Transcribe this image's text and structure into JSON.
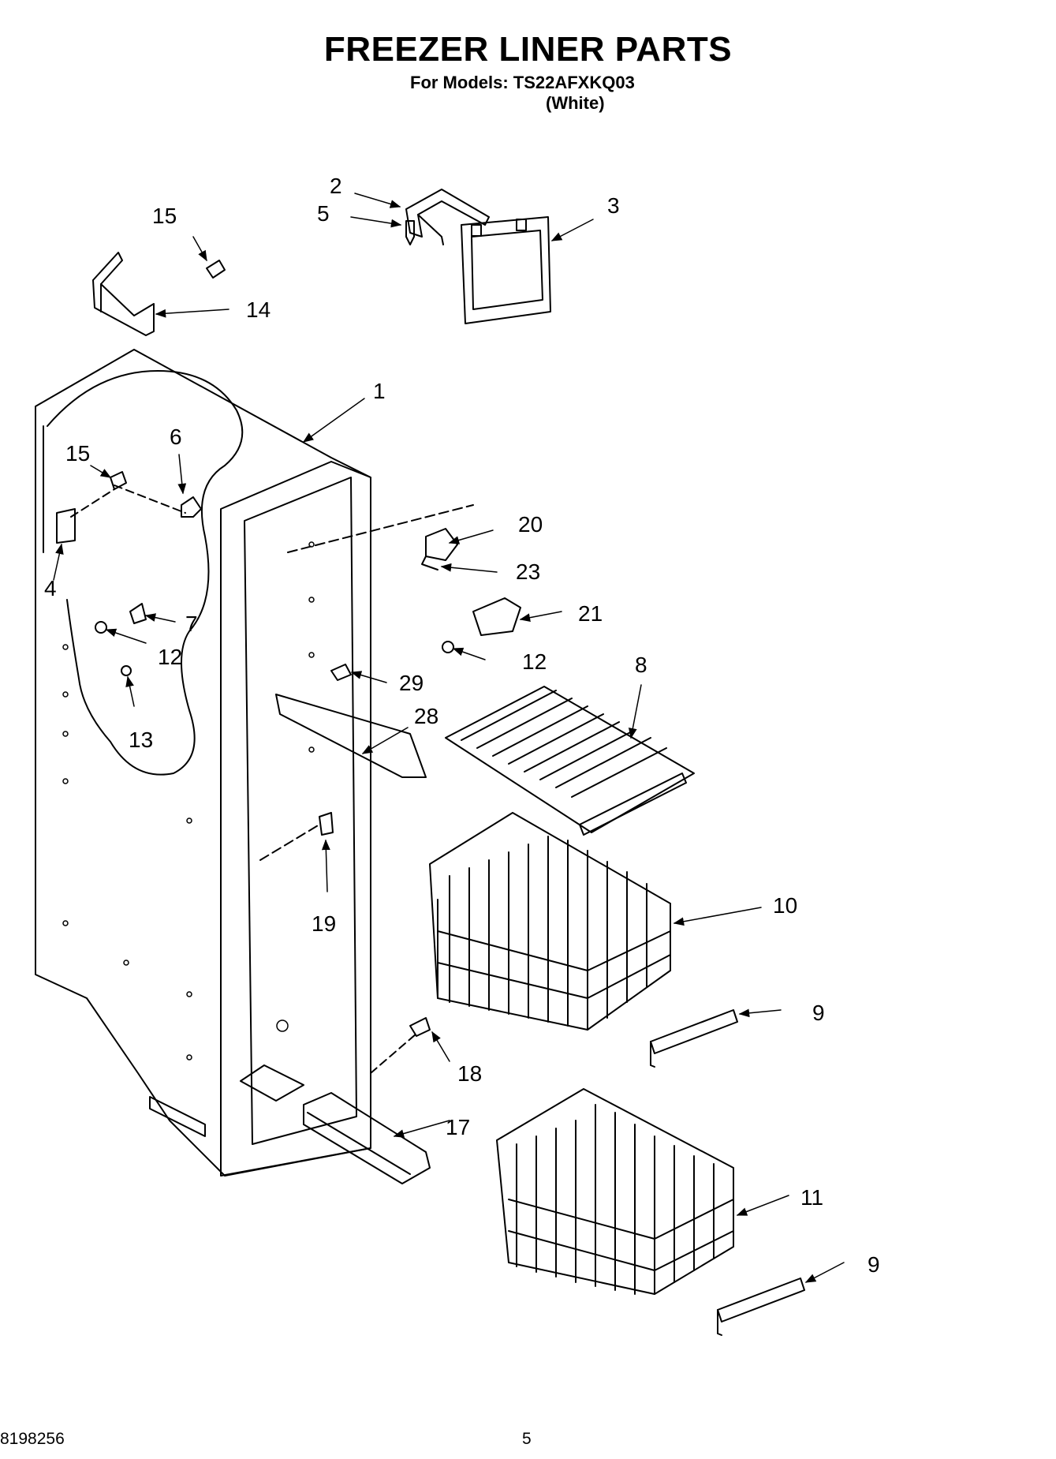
{
  "header": {
    "title": "FREEZER LINER PARTS",
    "models_line": "For Models: TS22AFXKQ03",
    "variant": "(White)"
  },
  "footer": {
    "doc_number": "8198256",
    "page_number": "5"
  },
  "callouts": [
    "1",
    "2",
    "3",
    "4",
    "5",
    "6",
    "7",
    "8",
    "9",
    "9",
    "10",
    "11",
    "12",
    "12",
    "13",
    "14",
    "15",
    "15",
    "17",
    "18",
    "19",
    "20",
    "21",
    "23",
    "28",
    "29"
  ]
}
